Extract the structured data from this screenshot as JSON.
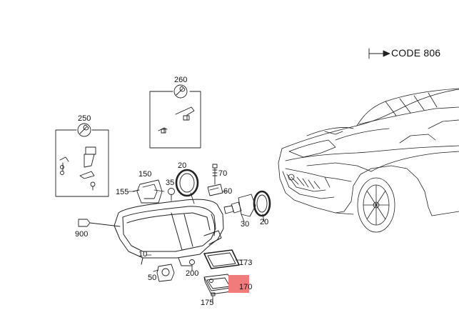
{
  "code_label": "CODE 806",
  "highlight_color": "#f07b7b",
  "callouts": {
    "c10": "10",
    "c20a": "20",
    "c20b": "20",
    "c30": "30",
    "c35": "35",
    "c50": "50",
    "c60": "60",
    "c70": "70",
    "c150": "150",
    "c155": "155",
    "c170": "170",
    "c173": "173",
    "c175": "175",
    "c200": "200",
    "c250": "250",
    "c260": "260",
    "c900": "900"
  },
  "icons": {
    "tool_badge": "wrench-icon",
    "reference_arrow": "arrow-right-icon"
  }
}
